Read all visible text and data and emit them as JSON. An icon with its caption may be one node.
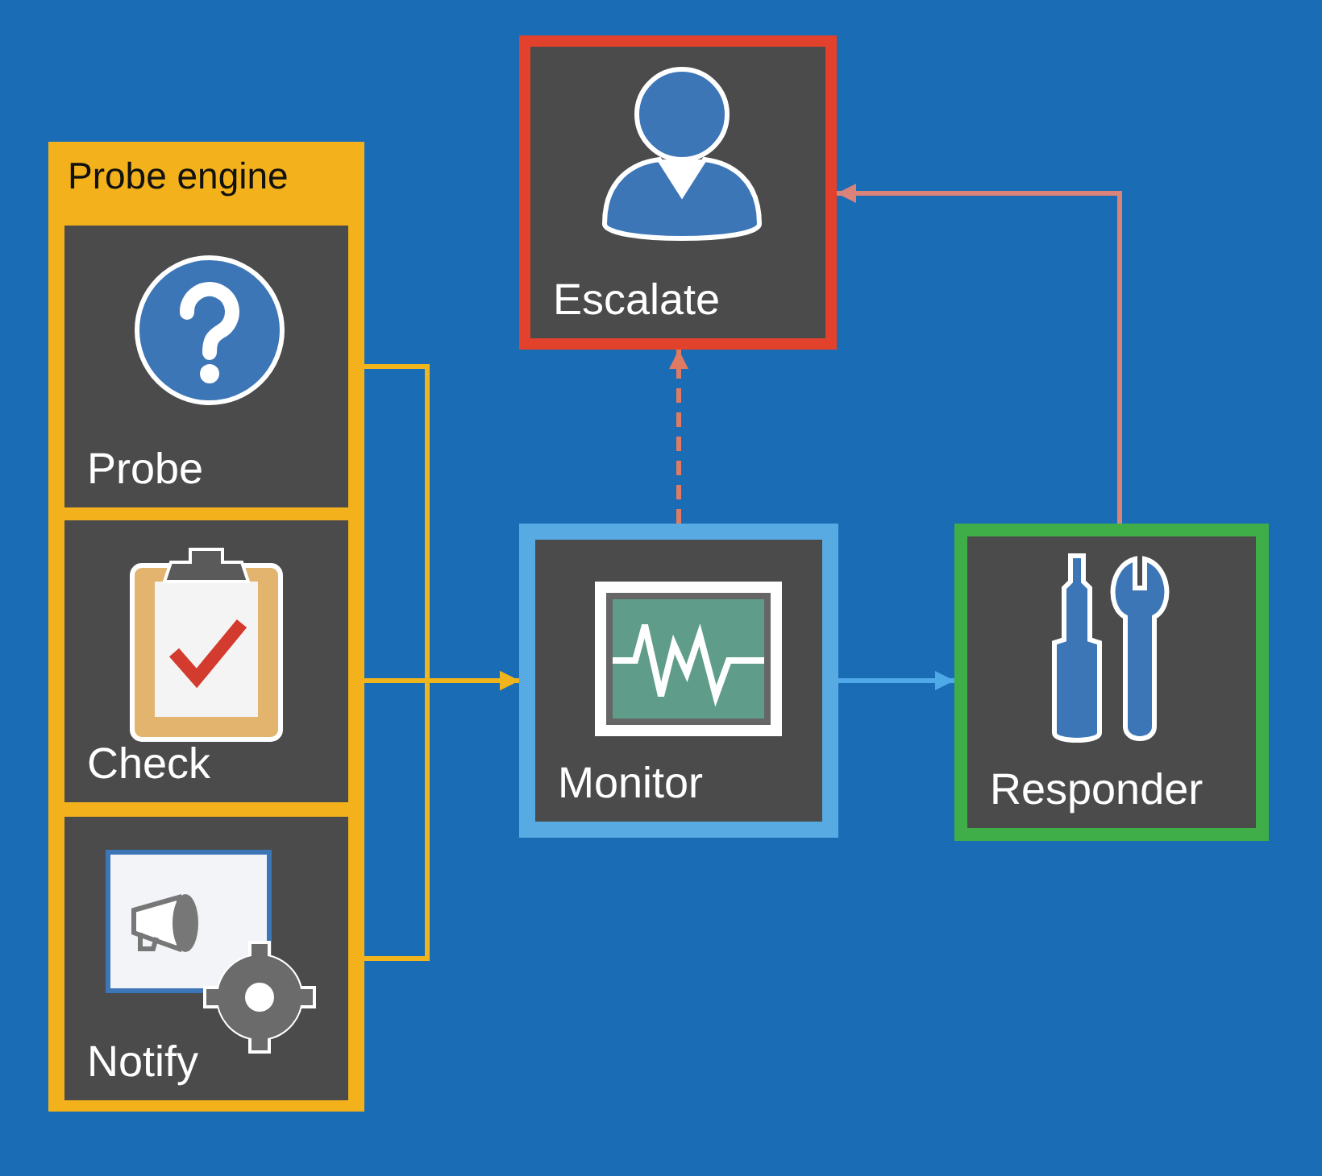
{
  "diagram": {
    "nodes": [
      {
        "text": [
          "Probe engine"
        ]
      },
      {
        "text": [
          "Probe"
        ],
        "in": 0
      },
      {
        "text": [
          "Check"
        ],
        "in": 0
      },
      {
        "text": [
          "Notify"
        ],
        "in": 0
      },
      {
        "text": [
          "Escalate"
        ]
      },
      {
        "text": [
          "Monitor"
        ]
      },
      {
        "text": [
          "Responder"
        ]
      }
    ],
    "edges": [
      {
        "from": 1,
        "to": 5,
        "arrow": "to"
      },
      {
        "from": 2,
        "to": 5,
        "arrow": "to"
      },
      {
        "from": 3,
        "to": 5,
        "arrow": "to"
      },
      {
        "from": 5,
        "to": 4,
        "arrow": "to",
        "style": "dashed",
        "color": "#e07a62"
      },
      {
        "from": 6,
        "to": 4,
        "arrow": "to",
        "color": "#d9837a"
      },
      {
        "from": 5,
        "to": 6,
        "arrow": "to",
        "color": "#4fa8e8"
      }
    ]
  }
}
